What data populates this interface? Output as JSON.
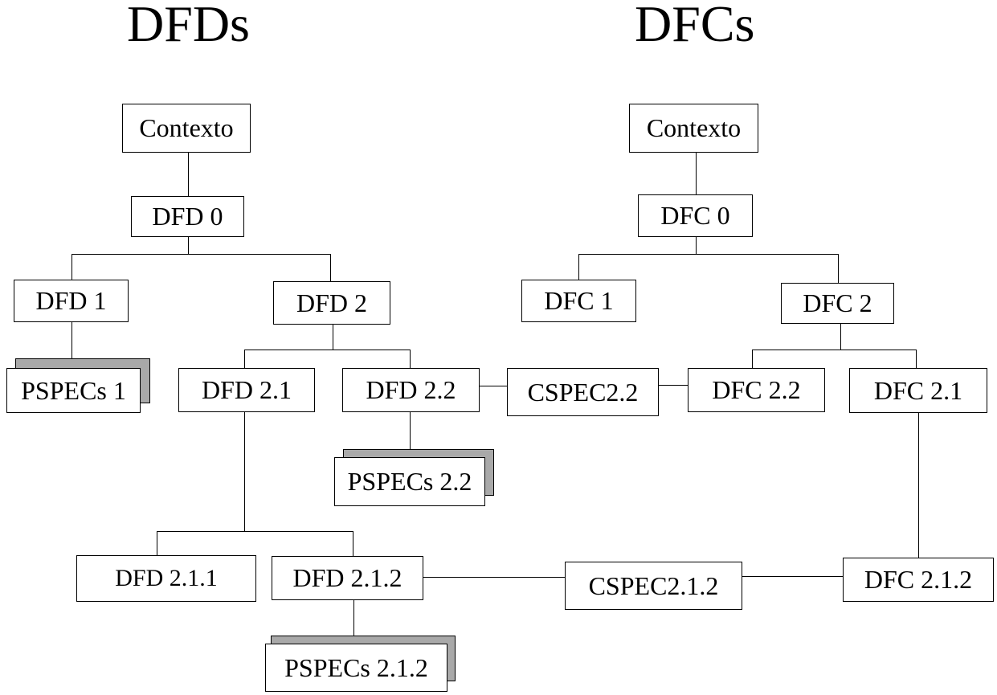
{
  "headings": {
    "dfds": "DFDs",
    "dfcs": "DFCs"
  },
  "nodes": {
    "contexto_dfd": "Contexto",
    "dfd_0": "DFD 0",
    "dfd_1": "DFD 1",
    "dfd_2": "DFD 2",
    "pspecs_1": "PSPECs 1",
    "dfd_2_1": "DFD 2.1",
    "dfd_2_2": "DFD 2.2",
    "pspecs_2_2": "PSPECs 2.2",
    "dfd_2_1_1": "DFD 2.1.1",
    "dfd_2_1_2": "DFD 2.1.2",
    "pspecs_2_1_2": "PSPECs 2.1.2",
    "contexto_dfc": "Contexto",
    "dfc_0": "DFC 0",
    "dfc_1": "DFC 1",
    "dfc_2": "DFC 2",
    "cspec_2_2": "CSPEC2.2",
    "dfc_2_2": "DFC 2.2",
    "dfc_2_1": "DFC 2.1",
    "cspec_2_1_2": "CSPEC2.1.2",
    "dfc_2_1_2": "DFC 2.1.2"
  },
  "colors": {
    "line": "#000000",
    "box_fill": "#ffffff",
    "shadow_fill": "#a9a9a9"
  }
}
